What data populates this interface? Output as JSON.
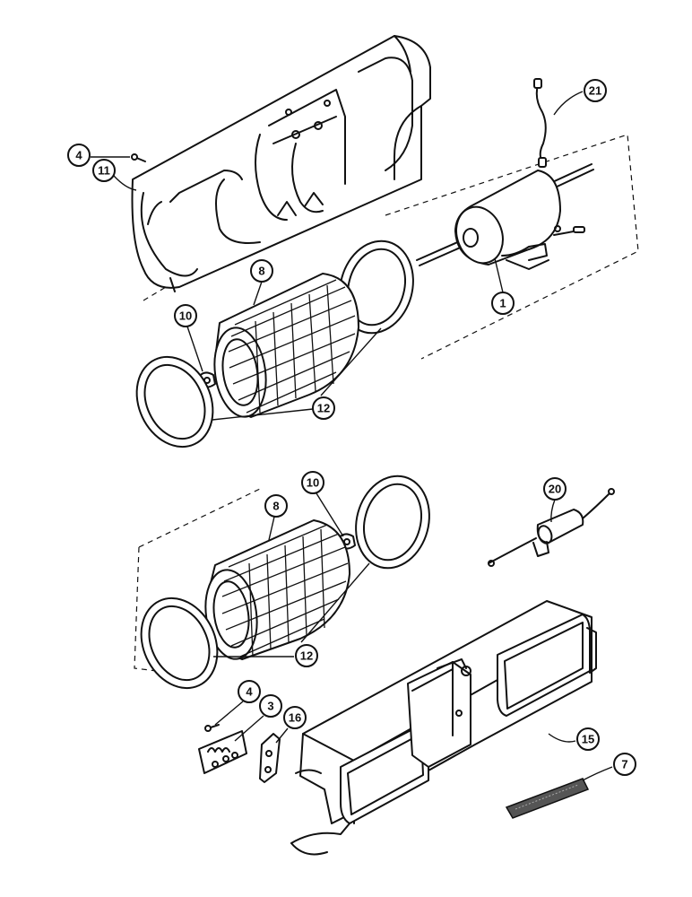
{
  "callouts": {
    "c21": "21",
    "c4a": "4",
    "c11": "11",
    "c1": "1",
    "c8a": "8",
    "c10a": "10",
    "c12a": "12",
    "c20": "20",
    "c10b": "10",
    "c8b": "8",
    "c12b": "12",
    "c4b": "4",
    "c3": "3",
    "c16": "16",
    "c15": "15",
    "c7": "7"
  }
}
